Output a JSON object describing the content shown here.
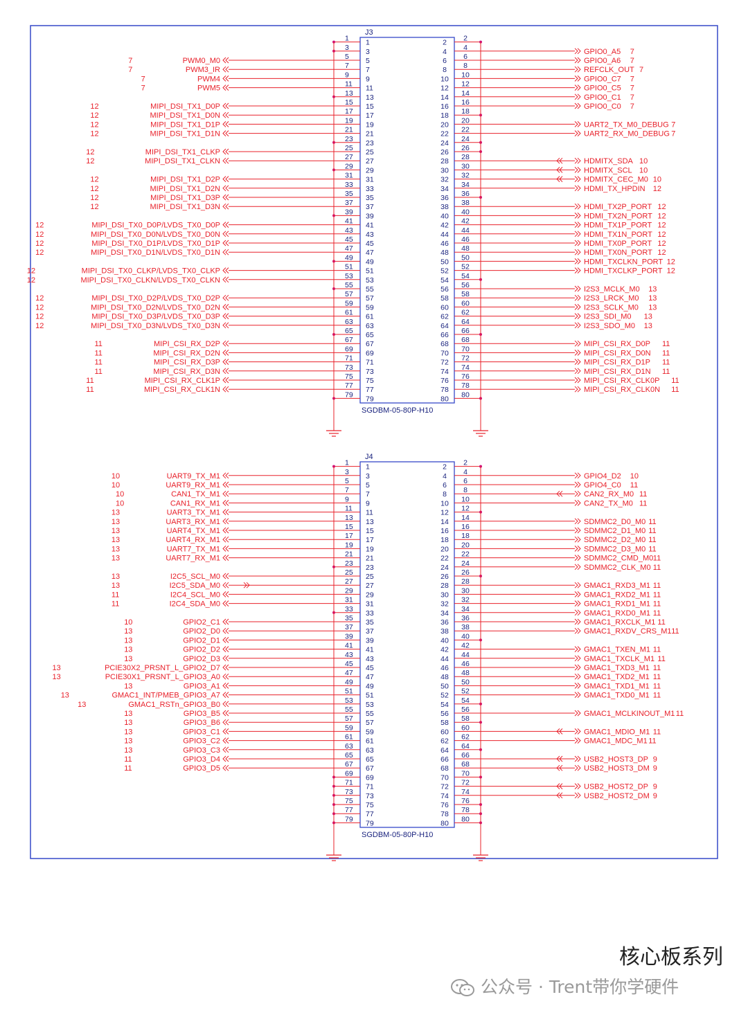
{
  "colors": {
    "net": "#e8202a",
    "pin": "#1a237e",
    "frame": "#3549c9",
    "wire": "#e8202a"
  },
  "connectors": [
    {
      "ref": "J3",
      "part": "SGDBM-05-80P-H10",
      "left": [
        {
          "pin": 1,
          "net": "",
          "page": ""
        },
        {
          "pin": 3,
          "net": "",
          "page": ""
        },
        {
          "pin": 5,
          "net": "PWM0_M0",
          "page": "7"
        },
        {
          "pin": 7,
          "net": "PWM3_IR",
          "page": "7"
        },
        {
          "pin": 9,
          "net": "PWM4",
          "page": "7"
        },
        {
          "pin": 11,
          "net": "PWM5",
          "page": "7"
        },
        {
          "pin": 13,
          "net": "",
          "page": ""
        },
        {
          "pin": 15,
          "net": "MIPI_DSI_TX1_D0P",
          "page": "12"
        },
        {
          "pin": 17,
          "net": "MIPI_DSI_TX1_D0N",
          "page": "12"
        },
        {
          "pin": 19,
          "net": "MIPI_DSI_TX1_D1P",
          "page": "12"
        },
        {
          "pin": 21,
          "net": "MIPI_DSI_TX1_D1N",
          "page": "12"
        },
        {
          "pin": 23,
          "net": "",
          "page": ""
        },
        {
          "pin": 25,
          "net": "MIPI_DSI_TX1_CLKP",
          "page": "12"
        },
        {
          "pin": 27,
          "net": "MIPI_DSI_TX1_CLKN",
          "page": "12"
        },
        {
          "pin": 29,
          "net": "",
          "page": ""
        },
        {
          "pin": 31,
          "net": "MIPI_DSI_TX1_D2P",
          "page": "12"
        },
        {
          "pin": 33,
          "net": "MIPI_DSI_TX1_D2N",
          "page": "12"
        },
        {
          "pin": 35,
          "net": "MIPI_DSI_TX1_D3P",
          "page": "12"
        },
        {
          "pin": 37,
          "net": "MIPI_DSI_TX1_D3N",
          "page": "12"
        },
        {
          "pin": 39,
          "net": "",
          "page": ""
        },
        {
          "pin": 41,
          "net": "MIPI_DSI_TX0_D0P/LVDS_TX0_D0P",
          "page": "12"
        },
        {
          "pin": 43,
          "net": "MIPI_DSI_TX0_D0N/LVDS_TX0_D0N",
          "page": "12"
        },
        {
          "pin": 45,
          "net": "MIPI_DSI_TX0_D1P/LVDS_TX0_D1P",
          "page": "12"
        },
        {
          "pin": 47,
          "net": "MIPI_DSI_TX0_D1N/LVDS_TX0_D1N",
          "page": "12"
        },
        {
          "pin": 49,
          "net": "",
          "page": ""
        },
        {
          "pin": 51,
          "net": "MIPI_DSI_TX0_CLKP/LVDS_TX0_CLKP",
          "page": "12"
        },
        {
          "pin": 53,
          "net": "MIPI_DSI_TX0_CLKN/LVDS_TX0_CLKN",
          "page": "12"
        },
        {
          "pin": 55,
          "net": "",
          "page": ""
        },
        {
          "pin": 57,
          "net": "MIPI_DSI_TX0_D2P/LVDS_TX0_D2P",
          "page": "12"
        },
        {
          "pin": 59,
          "net": "MIPI_DSI_TX0_D2N/LVDS_TX0_D2N",
          "page": "12"
        },
        {
          "pin": 61,
          "net": "MIPI_DSI_TX0_D3P/LVDS_TX0_D3P",
          "page": "12"
        },
        {
          "pin": 63,
          "net": "MIPI_DSI_TX0_D3N/LVDS_TX0_D3N",
          "page": "12"
        },
        {
          "pin": 65,
          "net": "",
          "page": ""
        },
        {
          "pin": 67,
          "net": "MIPI_CSI_RX_D2P",
          "page": "11"
        },
        {
          "pin": 69,
          "net": "MIPI_CSI_RX_D2N",
          "page": "11"
        },
        {
          "pin": 71,
          "net": "MIPI_CSI_RX_D3P",
          "page": "11"
        },
        {
          "pin": 73,
          "net": "MIPI_CSI_RX_D3N",
          "page": "11"
        },
        {
          "pin": 75,
          "net": "MIPI_CSI_RX_CLK1P",
          "page": "11"
        },
        {
          "pin": 77,
          "net": "MIPI_CSI_RX_CLK1N",
          "page": "11"
        },
        {
          "pin": 79,
          "net": "",
          "page": ""
        }
      ],
      "right": [
        {
          "pin": 2,
          "net": "",
          "page": ""
        },
        {
          "pin": 4,
          "net": "GPIO0_A5",
          "page": "7"
        },
        {
          "pin": 6,
          "net": "GPIO0_A6",
          "page": "7"
        },
        {
          "pin": 8,
          "net": "REFCLK_OUT",
          "page": "7"
        },
        {
          "pin": 10,
          "net": "GPIO0_C7",
          "page": "7"
        },
        {
          "pin": 12,
          "net": "GPIO0_C5",
          "page": "7"
        },
        {
          "pin": 14,
          "net": "GPIO0_C1",
          "page": "7"
        },
        {
          "pin": 16,
          "net": "GPIO0_C0",
          "page": "7"
        },
        {
          "pin": 18,
          "net": "",
          "page": ""
        },
        {
          "pin": 20,
          "net": "UART2_TX_M0_DEBUG",
          "page": "7"
        },
        {
          "pin": 22,
          "net": "UART2_RX_M0_DEBUG",
          "page": "7"
        },
        {
          "pin": 24,
          "net": "",
          "page": ""
        },
        {
          "pin": 26,
          "net": "",
          "page": ""
        },
        {
          "pin": 28,
          "net": "HDMITX_SDA",
          "page": "10",
          "bidir": true
        },
        {
          "pin": 30,
          "net": "HDMITX_SCL",
          "page": "10",
          "bidir": true
        },
        {
          "pin": 32,
          "net": "HDMITX_CEC_M0",
          "page": "10",
          "bidir": true
        },
        {
          "pin": 34,
          "net": "HDMI_TX_HPDIN",
          "page": "12"
        },
        {
          "pin": 36,
          "net": "",
          "page": ""
        },
        {
          "pin": 38,
          "net": "HDMI_TX2P_PORT",
          "page": "12"
        },
        {
          "pin": 40,
          "net": "HDMI_TX2N_PORT",
          "page": "12"
        },
        {
          "pin": 42,
          "net": "HDMI_TX1P_PORT",
          "page": "12"
        },
        {
          "pin": 44,
          "net": "HDMI_TX1N_PORT",
          "page": "12"
        },
        {
          "pin": 46,
          "net": "HDMI_TX0P_PORT",
          "page": "12"
        },
        {
          "pin": 48,
          "net": "HDMI_TX0N_PORT",
          "page": "12"
        },
        {
          "pin": 50,
          "net": "HDMI_TXCLKN_PORT",
          "page": "12"
        },
        {
          "pin": 52,
          "net": "HDMI_TXCLKP_PORT",
          "page": "12"
        },
        {
          "pin": 54,
          "net": "",
          "page": ""
        },
        {
          "pin": 56,
          "net": "I2S3_MCLK_M0",
          "page": "13"
        },
        {
          "pin": 58,
          "net": "I2S3_LRCK_M0",
          "page": "13"
        },
        {
          "pin": 60,
          "net": "I2S3_SCLK_M0",
          "page": "13"
        },
        {
          "pin": 62,
          "net": "I2S3_SDI_M0",
          "page": "13"
        },
        {
          "pin": 64,
          "net": "I2S3_SDO_M0",
          "page": "13"
        },
        {
          "pin": 66,
          "net": "",
          "page": ""
        },
        {
          "pin": 68,
          "net": "MIPI_CSI_RX_D0P",
          "page": "11"
        },
        {
          "pin": 70,
          "net": "MIPI_CSI_RX_D0N",
          "page": "11"
        },
        {
          "pin": 72,
          "net": "MIPI_CSI_RX_D1P",
          "page": "11"
        },
        {
          "pin": 74,
          "net": "MIPI_CSI_RX_D1N",
          "page": "11"
        },
        {
          "pin": 76,
          "net": "MIPI_CSI_RX_CLK0P",
          "page": "11"
        },
        {
          "pin": 78,
          "net": "MIPI_CSI_RX_CLK0N",
          "page": "11"
        },
        {
          "pin": 80,
          "net": "",
          "page": ""
        }
      ]
    },
    {
      "ref": "J4",
      "part": "SGDBM-05-80P-H10",
      "left": [
        {
          "pin": 1,
          "net": "",
          "page": ""
        },
        {
          "pin": 3,
          "net": "UART9_TX_M1",
          "page": "10"
        },
        {
          "pin": 5,
          "net": "UART9_RX_M1",
          "page": "10"
        },
        {
          "pin": 7,
          "net": "CAN1_TX_M1",
          "page": "10"
        },
        {
          "pin": 9,
          "net": "CAN1_RX_M1",
          "page": "10"
        },
        {
          "pin": 11,
          "net": "UART3_TX_M1",
          "page": "13"
        },
        {
          "pin": 13,
          "net": "UART3_RX_M1",
          "page": "13"
        },
        {
          "pin": 15,
          "net": "UART4_TX_M1",
          "page": "13"
        },
        {
          "pin": 17,
          "net": "UART4_RX_M1",
          "page": "13"
        },
        {
          "pin": 19,
          "net": "UART7_TX_M1",
          "page": "13"
        },
        {
          "pin": 21,
          "net": "UART7_RX_M1",
          "page": "13"
        },
        {
          "pin": 23,
          "net": "",
          "page": ""
        },
        {
          "pin": 25,
          "net": "I2C5_SCL_M0",
          "page": "13"
        },
        {
          "pin": 27,
          "net": "I2C5_SDA_M0",
          "page": "13",
          "bidir": true
        },
        {
          "pin": 29,
          "net": "I2C4_SCL_M0",
          "page": "11"
        },
        {
          "pin": 31,
          "net": "I2C4_SDA_M0",
          "page": "11"
        },
        {
          "pin": 33,
          "net": "",
          "page": ""
        },
        {
          "pin": 35,
          "net": "GPIO2_C1",
          "page": "10"
        },
        {
          "pin": 37,
          "net": "GPIO2_D0",
          "page": "13"
        },
        {
          "pin": 39,
          "net": "GPIO2_D1",
          "page": "13"
        },
        {
          "pin": 41,
          "net": "GPIO2_D2",
          "page": "13"
        },
        {
          "pin": 43,
          "net": "GPIO2_D3",
          "page": "13"
        },
        {
          "pin": 45,
          "net": "PCIE30X2_PRSNT_L_GPIO2_D7",
          "page": "13"
        },
        {
          "pin": 47,
          "net": "PCIE30X1_PRSNT_L_GPIO3_A0",
          "page": "13"
        },
        {
          "pin": 49,
          "net": "GPIO3_A1",
          "page": "13"
        },
        {
          "pin": 51,
          "net": "GMAC1_INT/PMEB_GPIO3_A7",
          "page": "13"
        },
        {
          "pin": 53,
          "net": "GMAC1_RSTn_GPIO3_B0",
          "page": "13"
        },
        {
          "pin": 55,
          "net": "GPIO3_B5",
          "page": "13"
        },
        {
          "pin": 57,
          "net": "GPIO3_B6",
          "page": "13"
        },
        {
          "pin": 59,
          "net": "GPIO3_C1",
          "page": "13"
        },
        {
          "pin": 61,
          "net": "GPIO3_C2",
          "page": "13"
        },
        {
          "pin": 63,
          "net": "GPIO3_C3",
          "page": "13"
        },
        {
          "pin": 65,
          "net": "GPIO3_D4",
          "page": "11"
        },
        {
          "pin": 67,
          "net": "GPIO3_D5",
          "page": "11"
        },
        {
          "pin": 69,
          "net": "",
          "page": ""
        },
        {
          "pin": 71,
          "net": "",
          "page": ""
        },
        {
          "pin": 73,
          "net": "",
          "page": ""
        },
        {
          "pin": 75,
          "net": "",
          "page": ""
        },
        {
          "pin": 77,
          "net": "",
          "page": ""
        },
        {
          "pin": 79,
          "net": "",
          "page": ""
        }
      ],
      "right": [
        {
          "pin": 2,
          "net": "",
          "page": ""
        },
        {
          "pin": 4,
          "net": "GPIO4_D2",
          "page": "10"
        },
        {
          "pin": 6,
          "net": "GPIO4_C0",
          "page": "11"
        },
        {
          "pin": 8,
          "net": "CAN2_RX_M0",
          "page": "11",
          "bidir": true
        },
        {
          "pin": 10,
          "net": "CAN2_TX_M0",
          "page": "11"
        },
        {
          "pin": 12,
          "net": "",
          "page": ""
        },
        {
          "pin": 14,
          "net": "SDMMC2_D0_M0",
          "page": "11"
        },
        {
          "pin": 16,
          "net": "SDMMC2_D1_M0",
          "page": "11"
        },
        {
          "pin": 18,
          "net": "SDMMC2_D2_M0",
          "page": "11"
        },
        {
          "pin": 20,
          "net": "SDMMC2_D3_M0",
          "page": "11"
        },
        {
          "pin": 22,
          "net": "SDMMC2_CMD_M0",
          "page": "11"
        },
        {
          "pin": 24,
          "net": "SDMMC2_CLK_M0",
          "page": "11"
        },
        {
          "pin": 26,
          "net": "",
          "page": ""
        },
        {
          "pin": 28,
          "net": "GMAC1_RXD3_M1",
          "page": "11"
        },
        {
          "pin": 30,
          "net": "GMAC1_RXD2_M1",
          "page": "11"
        },
        {
          "pin": 32,
          "net": "GMAC1_RXD1_M1",
          "page": "11"
        },
        {
          "pin": 34,
          "net": "GMAC1_RXD0_M1",
          "page": "11"
        },
        {
          "pin": 36,
          "net": "GMAC1_RXCLK_M1",
          "page": "11"
        },
        {
          "pin": 38,
          "net": "GMAC1_RXDV_CRS_M1",
          "page": "11"
        },
        {
          "pin": 40,
          "net": "",
          "page": ""
        },
        {
          "pin": 42,
          "net": "GMAC1_TXEN_M1",
          "page": "11"
        },
        {
          "pin": 44,
          "net": "GMAC1_TXCLK_M1",
          "page": "11"
        },
        {
          "pin": 46,
          "net": "GMAC1_TXD3_M1",
          "page": "11"
        },
        {
          "pin": 48,
          "net": "GMAC1_TXD2_M1",
          "page": "11"
        },
        {
          "pin": 50,
          "net": "GMAC1_TXD1_M1",
          "page": "11"
        },
        {
          "pin": 52,
          "net": "GMAC1_TXD0_M1",
          "page": "11"
        },
        {
          "pin": 54,
          "net": "",
          "page": ""
        },
        {
          "pin": 56,
          "net": "GMAC1_MCLKINOUT_M1",
          "page": "11"
        },
        {
          "pin": 58,
          "net": "",
          "page": ""
        },
        {
          "pin": 60,
          "net": "GMAC1_MDIO_M1",
          "page": "11",
          "bidir": true
        },
        {
          "pin": 62,
          "net": "GMAC1_MDC_M1",
          "page": "11"
        },
        {
          "pin": 64,
          "net": "",
          "page": ""
        },
        {
          "pin": 66,
          "net": "USB2_HOST3_DP",
          "page": "9",
          "bidir": true
        },
        {
          "pin": 68,
          "net": "USB2_HOST3_DM",
          "page": "9",
          "bidir": true
        },
        {
          "pin": 70,
          "net": "",
          "page": ""
        },
        {
          "pin": 72,
          "net": "USB2_HOST2_DP",
          "page": "9",
          "bidir": true
        },
        {
          "pin": 74,
          "net": "USB2_HOST2_DM",
          "page": "9",
          "bidir": true
        },
        {
          "pin": 76,
          "net": "",
          "page": ""
        },
        {
          "pin": 78,
          "net": "",
          "page": ""
        },
        {
          "pin": 80,
          "net": "",
          "page": ""
        }
      ]
    }
  ],
  "caption": {
    "title": "核心板系列"
  },
  "watermark": {
    "text": "公众号 · Trent带你学硬件",
    "icon": "wechat-icon"
  }
}
